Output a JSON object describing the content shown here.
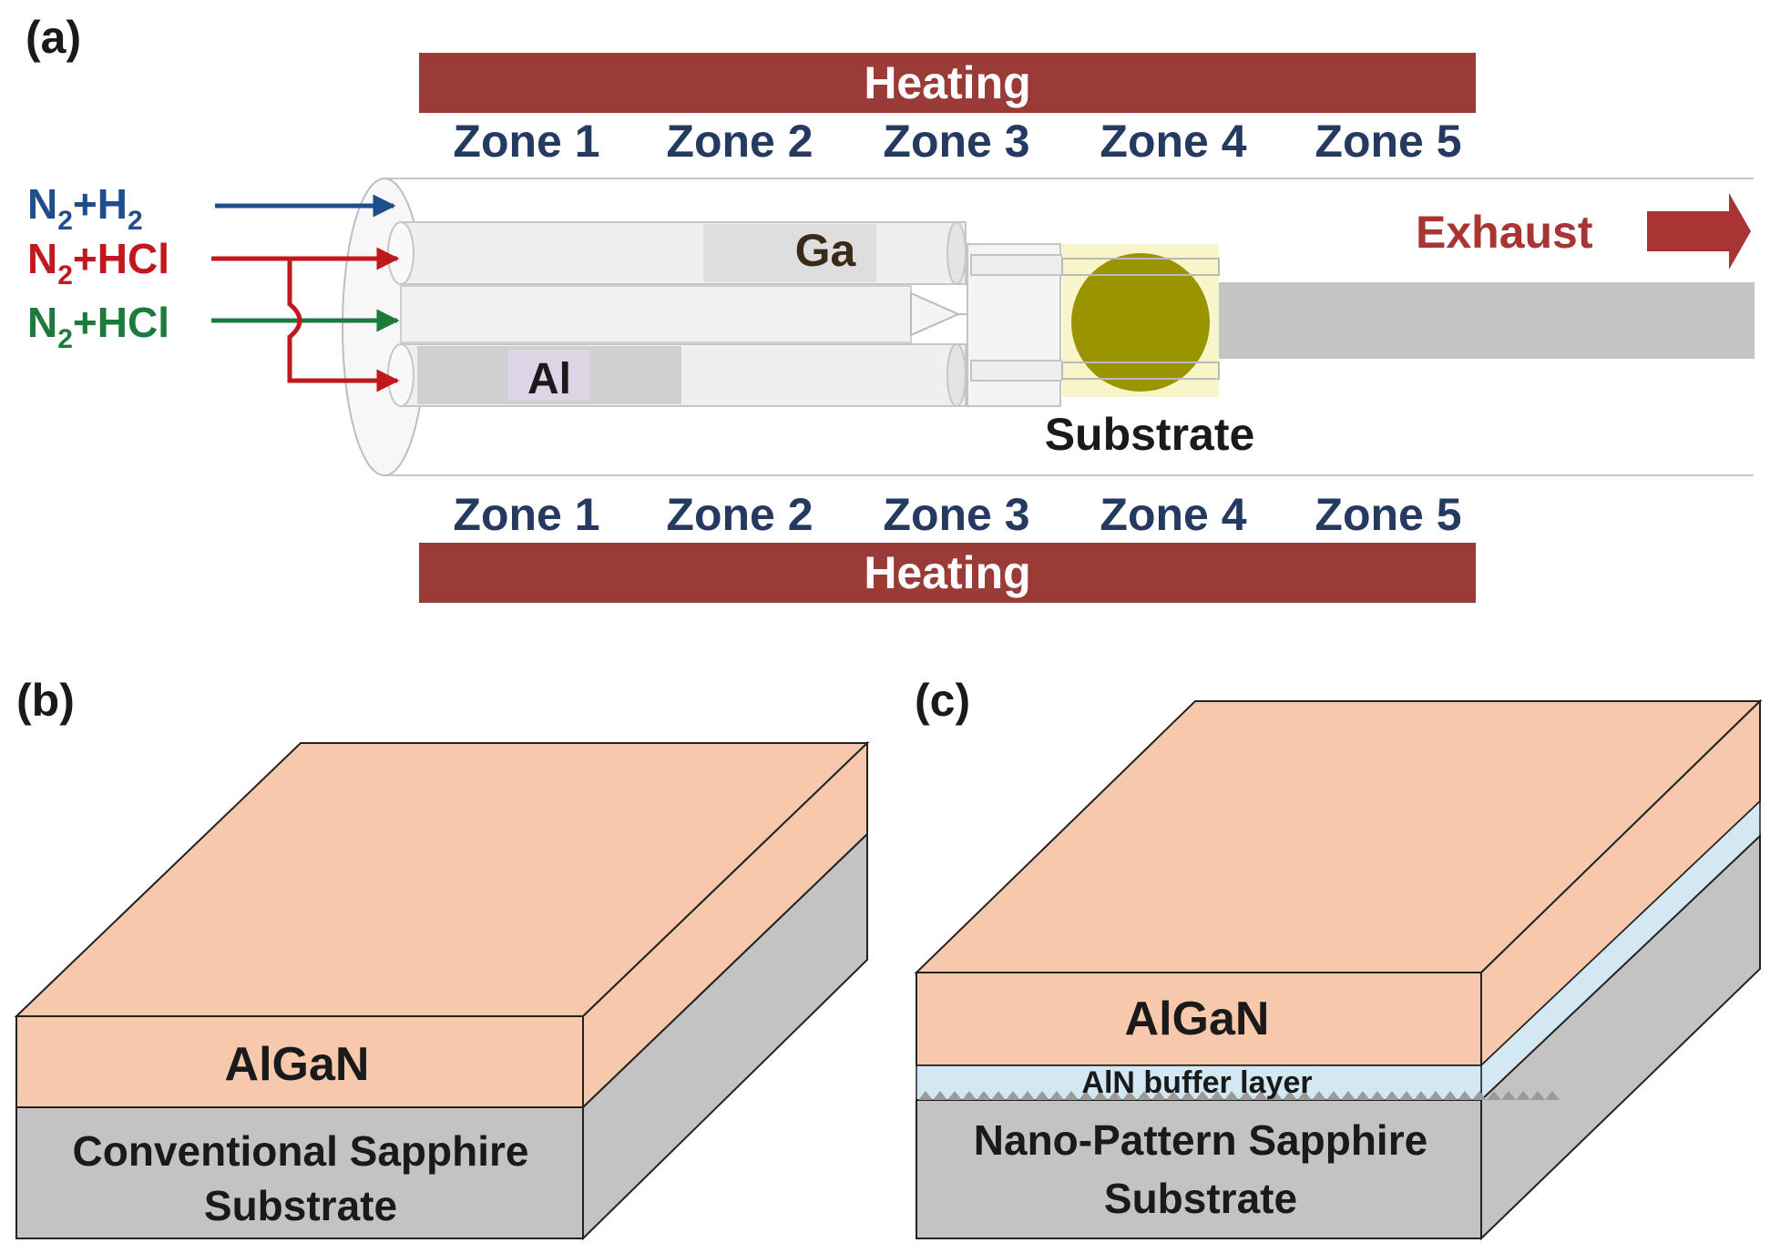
{
  "panel_a": {
    "label": "(a)",
    "heating_top": "Heating",
    "heating_bottom": "Heating",
    "zones_top": [
      "Zone 1",
      "Zone 2",
      "Zone 3",
      "Zone 4",
      "Zone 5"
    ],
    "zones_bottom": [
      "Zone 1",
      "Zone 2",
      "Zone 3",
      "Zone 4",
      "Zone 5"
    ],
    "gas_1": {
      "main": "N",
      "sub1": "2",
      "mid": "+H",
      "sub2": "2"
    },
    "gas_2": {
      "main": "N",
      "sub1": "2",
      "rest": "+HCl"
    },
    "gas_3": {
      "main": "N",
      "sub1": "2",
      "rest": "+HCl"
    },
    "source_ga": "Ga",
    "source_al": "Al",
    "substrate": "Substrate",
    "exhaust": "Exhaust"
  },
  "panel_b": {
    "label": "(b)",
    "layer_top": "AlGaN",
    "substrate_line1": "Conventional Sapphire",
    "substrate_line2": "Substrate"
  },
  "panel_c": {
    "label": "(c)",
    "layer_top": "AlGaN",
    "buffer": "AlN buffer layer",
    "substrate_line1": "Nano-Pattern Sapphire",
    "substrate_line2": "Substrate"
  },
  "colors": {
    "heating": "#9b3b38",
    "zone_text": "#243a60",
    "gas_blue": "#1f4e8c",
    "gas_red": "#c0181e",
    "gas_green": "#1b7a3c",
    "exhaust": "#a83434",
    "algan": "#f7c8ab",
    "sapphire": "#c3c3c3",
    "aln_buffer": "#d3e8f3",
    "substrate_disc": "#9a9400"
  }
}
